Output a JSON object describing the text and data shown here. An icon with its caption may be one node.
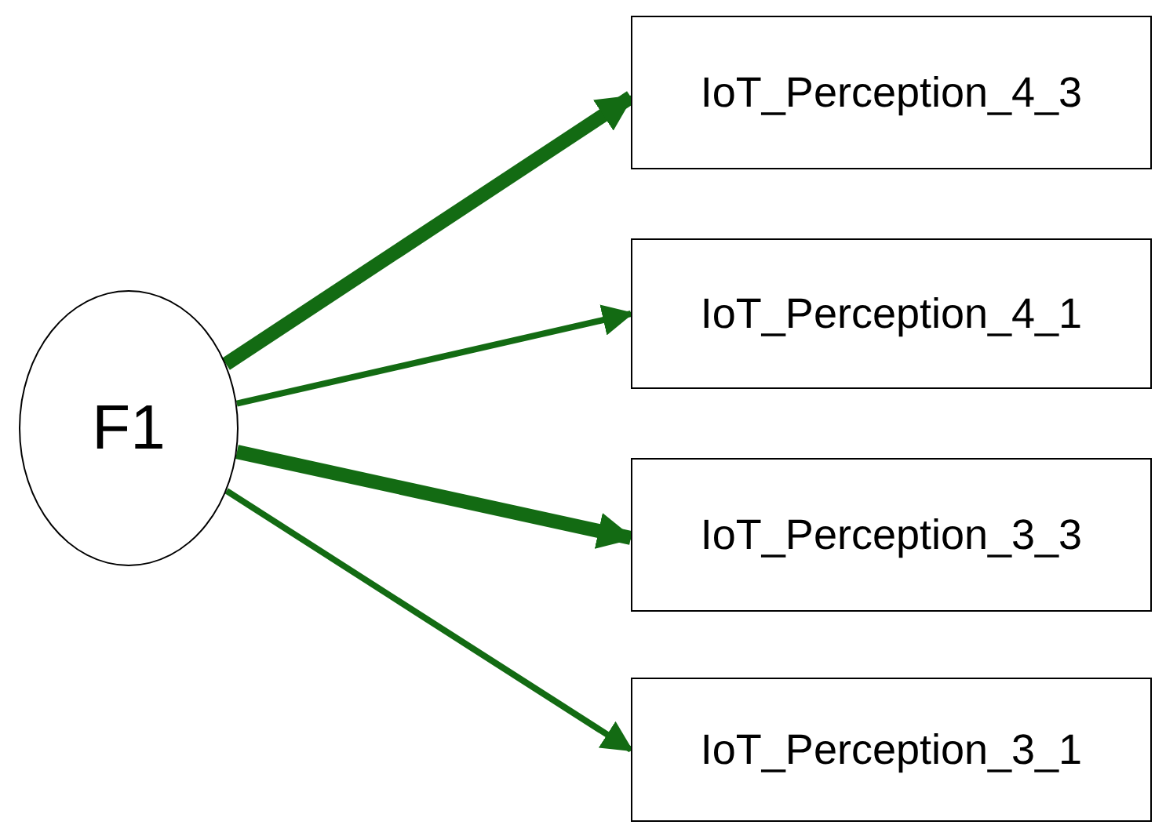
{
  "diagram": {
    "nodes": [
      {
        "text": [
          "F1"
        ]
      },
      {
        "text": [
          "IoT_Perception_4_3"
        ]
      },
      {
        "text": [
          "IoT_Perception_4_1"
        ]
      },
      {
        "text": [
          "IoT_Perception_3_3"
        ]
      },
      {
        "text": [
          "IoT_Perception_3_1"
        ]
      }
    ],
    "edges": [
      {
        "from": 0,
        "to": 1,
        "arrow": "to",
        "style": "thick"
      },
      {
        "from": 0,
        "to": 2,
        "arrow": "to"
      },
      {
        "from": 0,
        "to": 3,
        "arrow": "to",
        "style": "thick"
      },
      {
        "from": 0,
        "to": 4,
        "arrow": "to"
      }
    ]
  }
}
